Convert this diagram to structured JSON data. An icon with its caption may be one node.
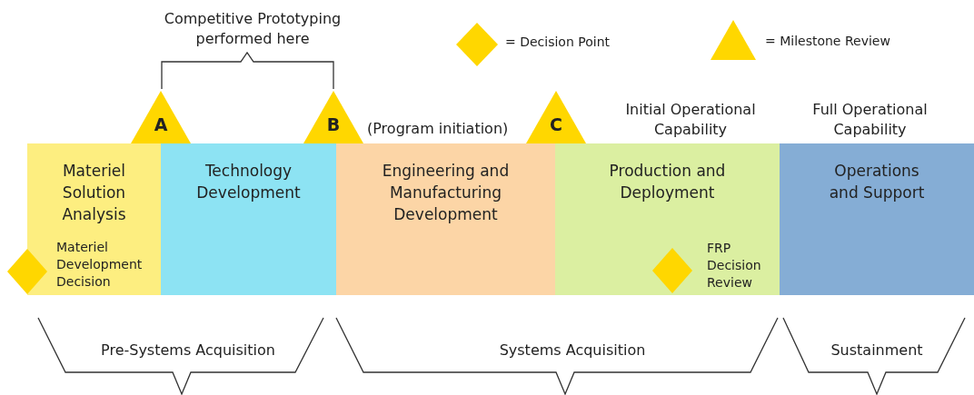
{
  "diagram": {
    "nodes": [
      {
        "text": [
          "A"
        ]
      },
      {
        "text": [
          "B"
        ],
        "beside": [
          "(Program initiation)"
        ]
      },
      {
        "text": [
          "C"
        ]
      },
      {
        "text": [
          "Materiel Solution Analysis"
        ]
      },
      {
        "text": [
          "Technology Development"
        ]
      },
      {
        "text": [
          "Engineering and Manufacturing Development"
        ]
      },
      {
        "text": [
          "Production and Deployment"
        ]
      },
      {
        "text": [
          "Operations and Support"
        ]
      },
      {
        "text": [],
        "shape": "diamond"
      },
      {
        "text": [],
        "shape": "diamond",
        "beside": [
          "FRP Decision Review"
        ],
        "in": 6
      }
    ],
    "labels": [
      "Competitive Prototyping performed here",
      "Initial Operational Capability",
      "Full Operational Capability",
      "Materiel Development Decision",
      "Pre-Systems Acquisition",
      "Systems Acquisition",
      "Sustainment"
    ],
    "legend": [
      {
        "text": "= Decision Point"
      },
      {
        "text": "= Milestone Review"
      }
    ]
  }
}
